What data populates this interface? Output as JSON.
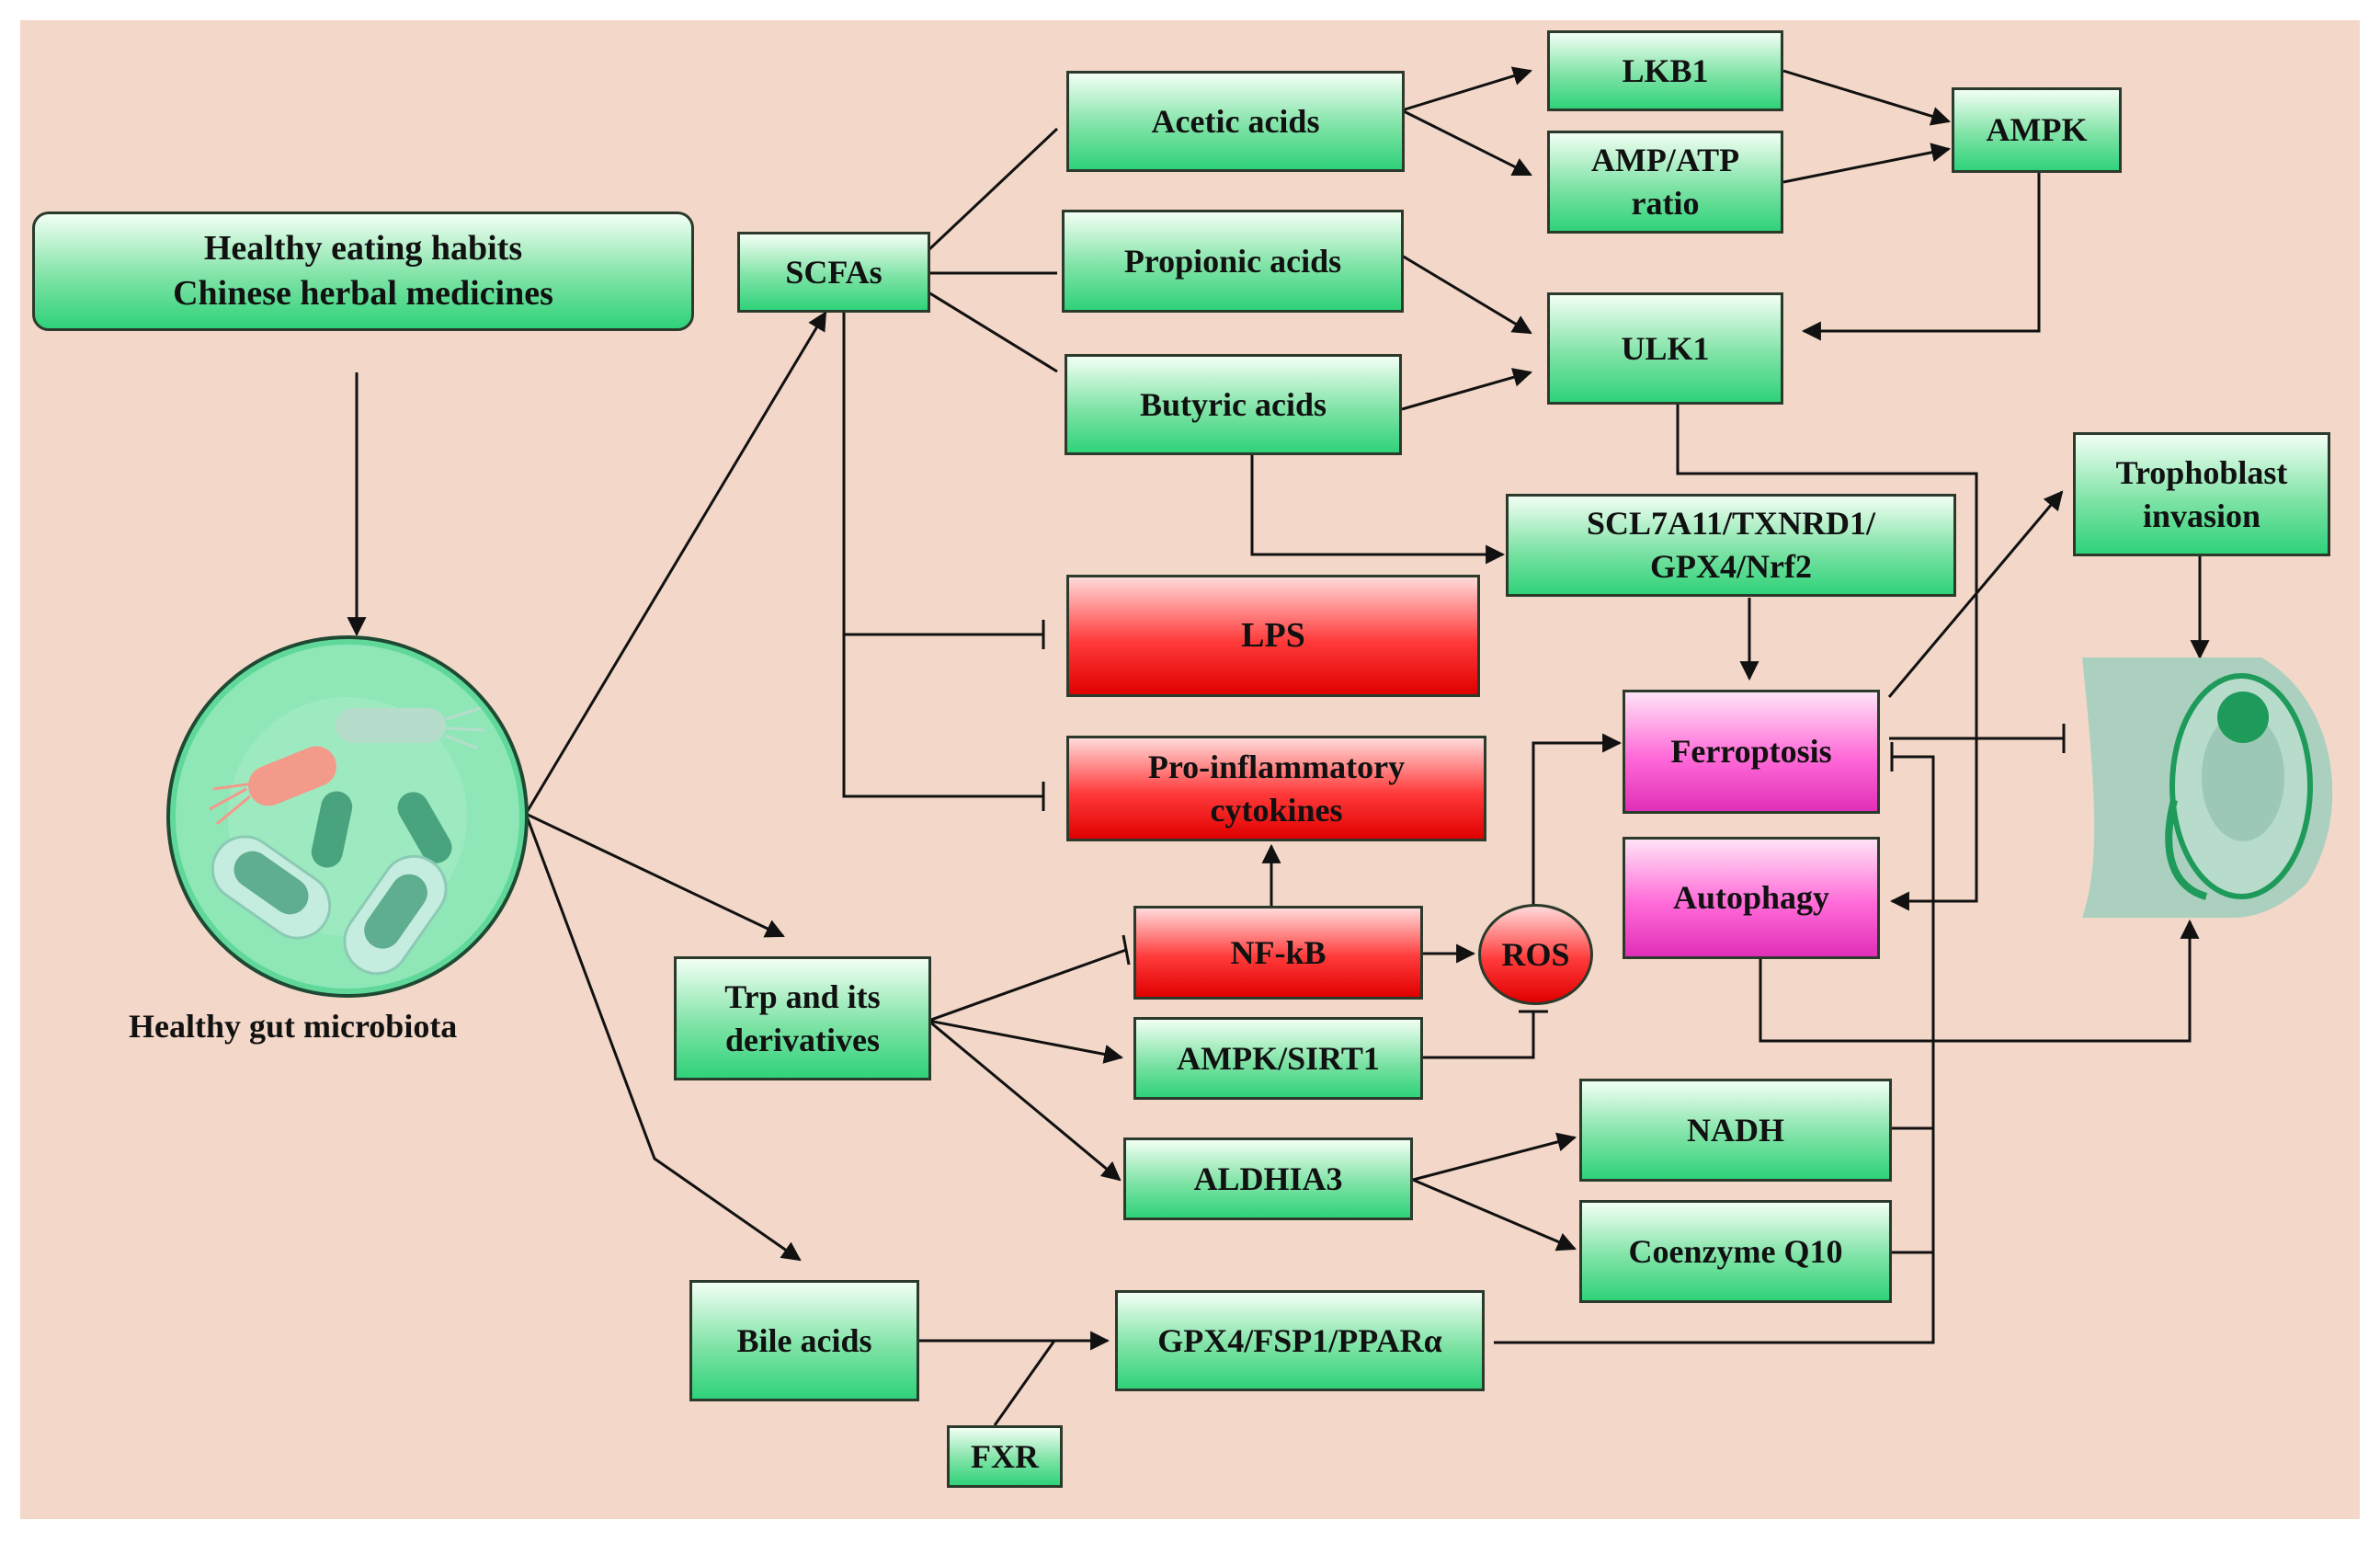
{
  "diagram": {
    "nodes": {
      "source": "Healthy eating habits\nChinese herbal medicines",
      "microbiota_label": "Healthy gut microbiota",
      "scfas": "SCFAs",
      "acetic": "Acetic acids",
      "propionic": "Propionic acids",
      "butyric": "Butyric acids",
      "lkb1": "LKB1",
      "ampatp": "AMP/ATP\nratio",
      "ampk": "AMPK",
      "ulk1": "ULK1",
      "scl": "SCL7A11/TXNRD1/\nGPX4/Nrf2",
      "lps": "LPS",
      "proinf": "Pro-inflammatory\ncytokines",
      "trophoblast": "Trophoblast\ninvasion",
      "ferroptosis": "Ferroptosis",
      "autophagy": "Autophagy",
      "nfkb": "NF-kB",
      "ros": "ROS",
      "ampksirt1": "AMPK/SIRT1",
      "trp": "Trp and its\nderivatives",
      "aldh": "ALDHIA3",
      "nadh": "NADH",
      "coq10": "Coenzyme Q10",
      "bile": "Bile acids",
      "gpx4": "GPX4/FSP1/PPARα",
      "fxr": "FXR"
    },
    "colors": {
      "background": "#f3d8c9",
      "activated_box": "#4cdc8a",
      "inflammatory_box": "#ff1a1a",
      "cell_death_box": "#ff4fd0",
      "line": "#111111"
    },
    "icons": [
      "bacteria-icon",
      "pregnancy-icon"
    ]
  }
}
